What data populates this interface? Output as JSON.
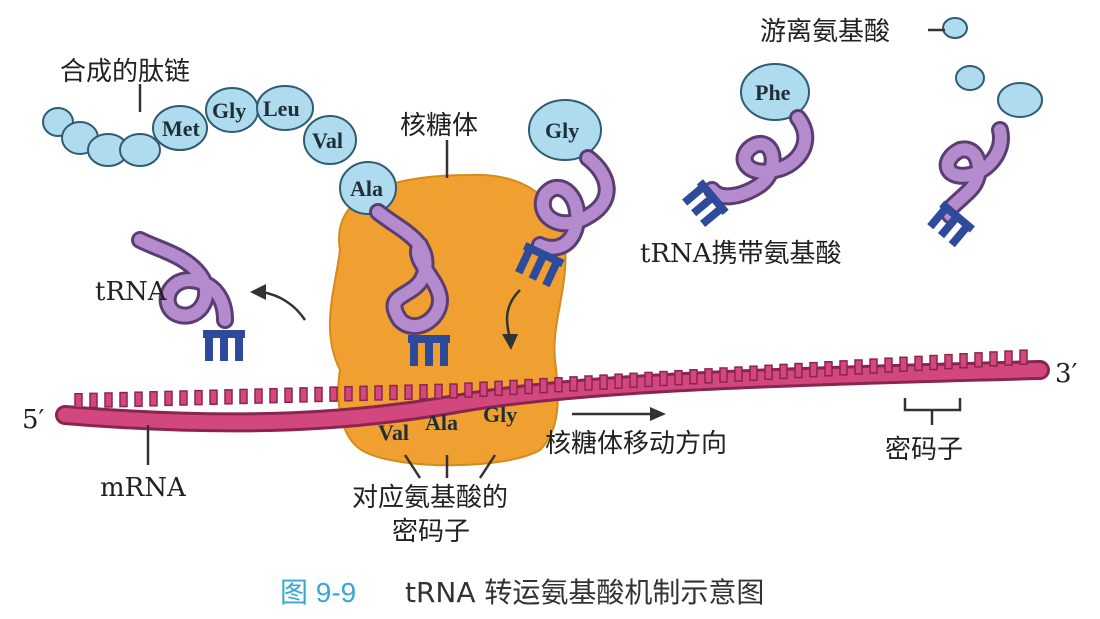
{
  "labels": {
    "peptide": "合成的肽链",
    "ribosome": "核糖体",
    "free_amino_acid": "游离氨基酸",
    "trna_carrying": "tRNA携带氨基酸",
    "trna": "tRNA",
    "five_prime": "5′",
    "three_prime": "3′",
    "mrna": "mRNA",
    "direction": "核糖体移动方向",
    "codon": "密码子",
    "codons_line1": "对应氨基酸的",
    "codons_line2": "密码子"
  },
  "amino_acids": {
    "met": "Met",
    "gly": "Gly",
    "leu": "Leu",
    "val": "Val",
    "ala": "Ala",
    "gly_incoming": "Gly",
    "phe": "Phe"
  },
  "codon_labels": [
    "Val",
    "Ala",
    "Gly"
  ],
  "caption": {
    "number": "图 9-9",
    "title": "tRNA 转运氨基酸机制示意图"
  },
  "colors": {
    "ribosome": "#f0a030",
    "mrna": "#d2487e",
    "amino_bead": "#aedbee",
    "trna": "#8e66aa",
    "anticodon": "#2e4a9a",
    "caption_number": "#3aa6d8"
  }
}
